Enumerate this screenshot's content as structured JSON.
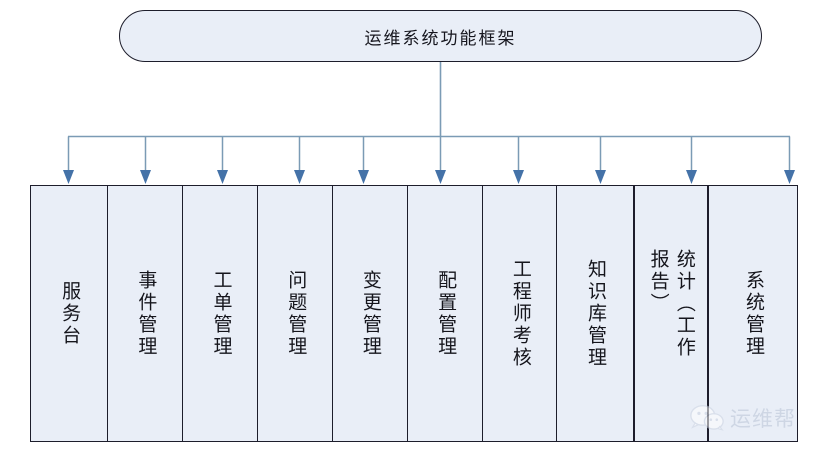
{
  "diagram": {
    "title": "运维系统功能框架",
    "colors": {
      "box_fill": "#e9eef7",
      "box_border": "#1d1d2b",
      "connector_line": "#7b9bb5",
      "arrow_head": "#4472a8",
      "text": "#15151c",
      "watermark": "#b9c3d6",
      "background": "#ffffff"
    },
    "modules": [
      {
        "label": "服务台",
        "chars": [
          "服",
          "务",
          "台"
        ],
        "emphasis": false,
        "wrap": false
      },
      {
        "label": "事件管理",
        "chars": [
          "事",
          "件",
          "管",
          "理"
        ],
        "emphasis": false,
        "wrap": false
      },
      {
        "label": "工单管理",
        "chars": [
          "工",
          "单",
          "管",
          "理"
        ],
        "emphasis": false,
        "wrap": false
      },
      {
        "label": "问题管理",
        "chars": [
          "问",
          "题",
          "管",
          "理"
        ],
        "emphasis": false,
        "wrap": false
      },
      {
        "label": "变更管理",
        "chars": [
          "变",
          "更",
          "管",
          "理"
        ],
        "emphasis": false,
        "wrap": false
      },
      {
        "label": "配置管理",
        "chars": [
          "配",
          "置",
          "管",
          "理"
        ],
        "emphasis": false,
        "wrap": false
      },
      {
        "label": "工程师考核",
        "chars": [
          "工",
          "程",
          "师",
          "考",
          "核"
        ],
        "emphasis": false,
        "wrap": false
      },
      {
        "label": "知识库管理",
        "chars": [
          "知",
          "识",
          "库",
          "管",
          "理"
        ],
        "emphasis": false,
        "wrap": false
      },
      {
        "label": "统计（工作报告）",
        "chars": [
          "统",
          "计",
          "（",
          "工",
          "作",
          "报",
          "告",
          "）"
        ],
        "emphasis": true,
        "wrap": true
      },
      {
        "label": "系统管理",
        "chars": [
          "系",
          "统",
          "管",
          "理"
        ],
        "emphasis": false,
        "wrap": false
      }
    ]
  },
  "watermark": {
    "text": "运维帮",
    "icon": "wechat-icon"
  }
}
